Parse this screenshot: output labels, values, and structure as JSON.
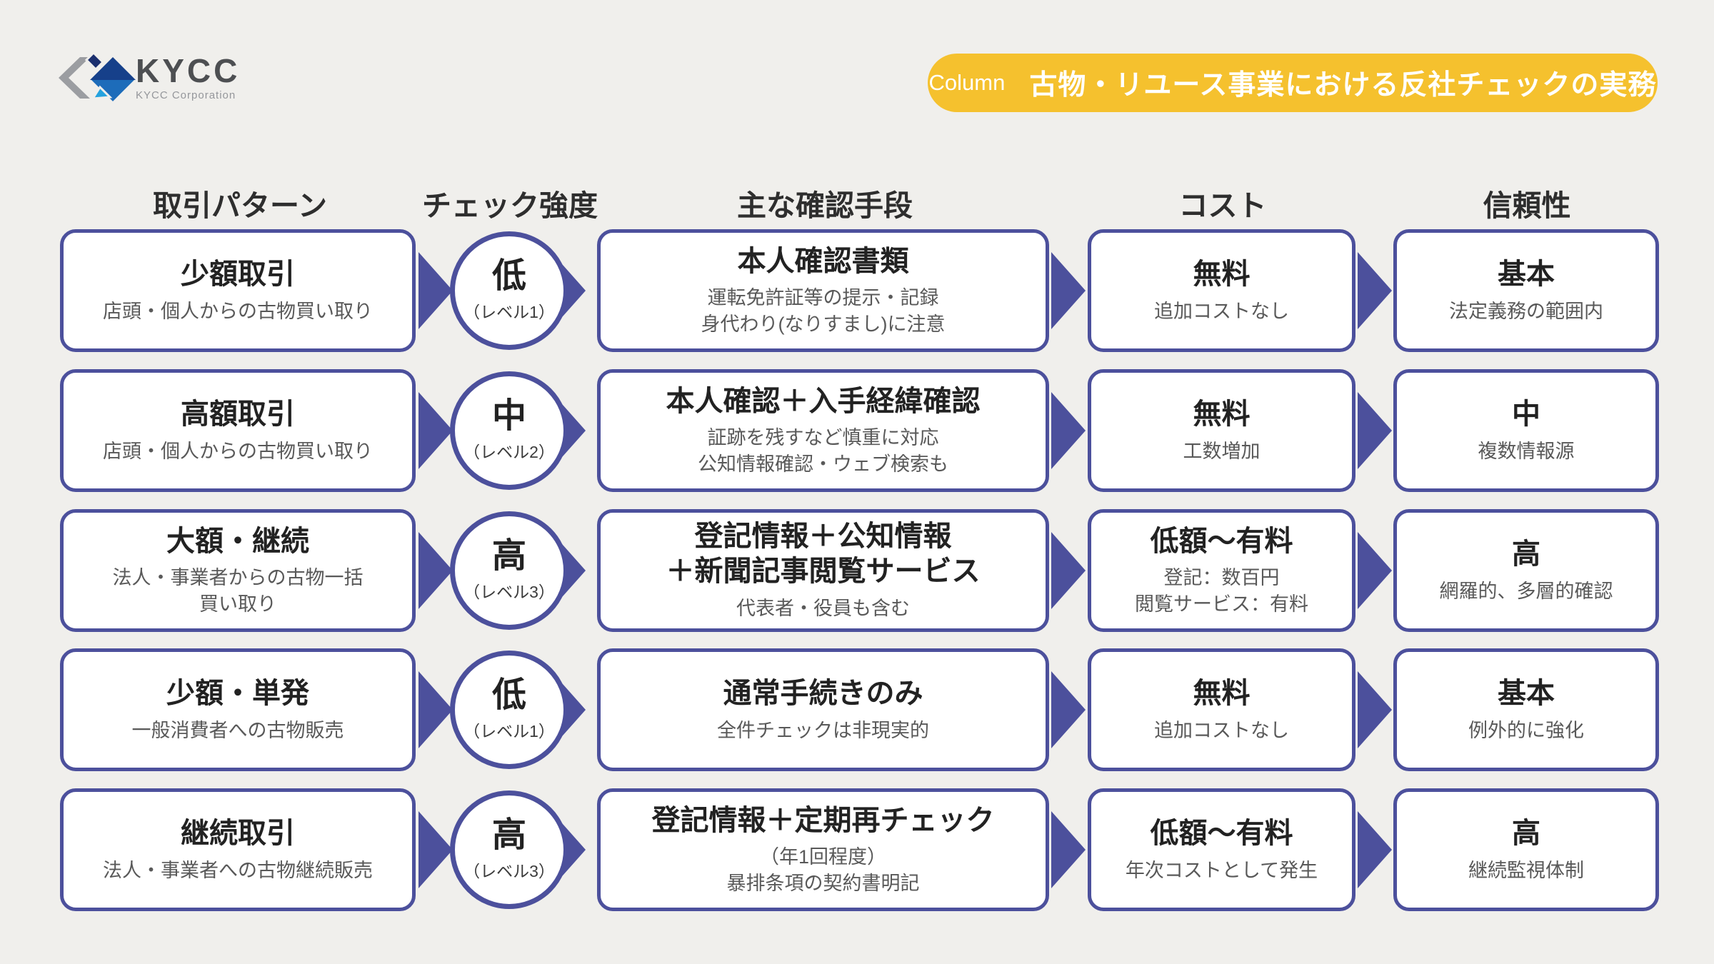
{
  "page": {
    "background": "#f0efec",
    "accent": "#4c509c",
    "badge_color": "#f5c12e",
    "badge_text_color": "#ffffff"
  },
  "logo": {
    "name": "KYCC",
    "caption": "KYCC Corporation"
  },
  "column_badge": {
    "label": "Column",
    "title": "古物・リユース事業における反社チェックの実務"
  },
  "headers": {
    "pattern": "取引パターン",
    "intensity": "チェック強度",
    "method": "主な確認手段",
    "cost": "コスト",
    "reliability": "信頼性"
  },
  "rows": [
    {
      "pattern": {
        "title": "少額取引",
        "desc": "店頭・個人からの古物買い取り"
      },
      "level": {
        "grade": "低",
        "label": "（レベル1）"
      },
      "method": {
        "title": "本人確認書類",
        "desc": "運転免許証等の提示・記録\n身代わり(なりすまし)に注意"
      },
      "cost": {
        "title": "無料",
        "desc": "追加コストなし"
      },
      "reliability": {
        "title": "基本",
        "desc": "法定義務の範囲内"
      }
    },
    {
      "pattern": {
        "title": "高額取引",
        "desc": "店頭・個人からの古物買い取り"
      },
      "level": {
        "grade": "中",
        "label": "（レベル2）"
      },
      "method": {
        "title": "本人確認＋入手経緯確認",
        "desc": "証跡を残すなど慎重に対応\n公知情報確認・ウェブ検索も"
      },
      "cost": {
        "title": "無料",
        "desc": "工数増加"
      },
      "reliability": {
        "title": "中",
        "desc": "複数情報源"
      }
    },
    {
      "pattern": {
        "title": "大額・継続",
        "desc": "法人・事業者からの古物一括\n買い取り"
      },
      "level": {
        "grade": "高",
        "label": "（レベル3）"
      },
      "method": {
        "title": "登記情報＋公知情報\n＋新聞記事閲覧サービス",
        "desc": "代表者・役員も含む"
      },
      "cost": {
        "title": "低額〜有料",
        "desc": "登記：数百円\n閲覧サービス：有料"
      },
      "reliability": {
        "title": "高",
        "desc": "網羅的、多層的確認"
      }
    },
    {
      "pattern": {
        "title": "少額・単発",
        "desc": "一般消費者への古物販売"
      },
      "level": {
        "grade": "低",
        "label": "（レベル1）"
      },
      "method": {
        "title": "通常手続きのみ",
        "desc": "全件チェックは非現実的"
      },
      "cost": {
        "title": "無料",
        "desc": "追加コストなし"
      },
      "reliability": {
        "title": "基本",
        "desc": "例外的に強化"
      }
    },
    {
      "pattern": {
        "title": "継続取引",
        "desc": "法人・事業者への古物継続販売"
      },
      "level": {
        "grade": "高",
        "label": "（レベル3）"
      },
      "method": {
        "title": "登記情報＋定期再チェック",
        "desc": "（年1回程度）\n暴排条項の契約書明記"
      },
      "cost": {
        "title": "低額〜有料",
        "desc": "年次コストとして発生"
      },
      "reliability": {
        "title": "高",
        "desc": "継続監視体制"
      }
    }
  ]
}
